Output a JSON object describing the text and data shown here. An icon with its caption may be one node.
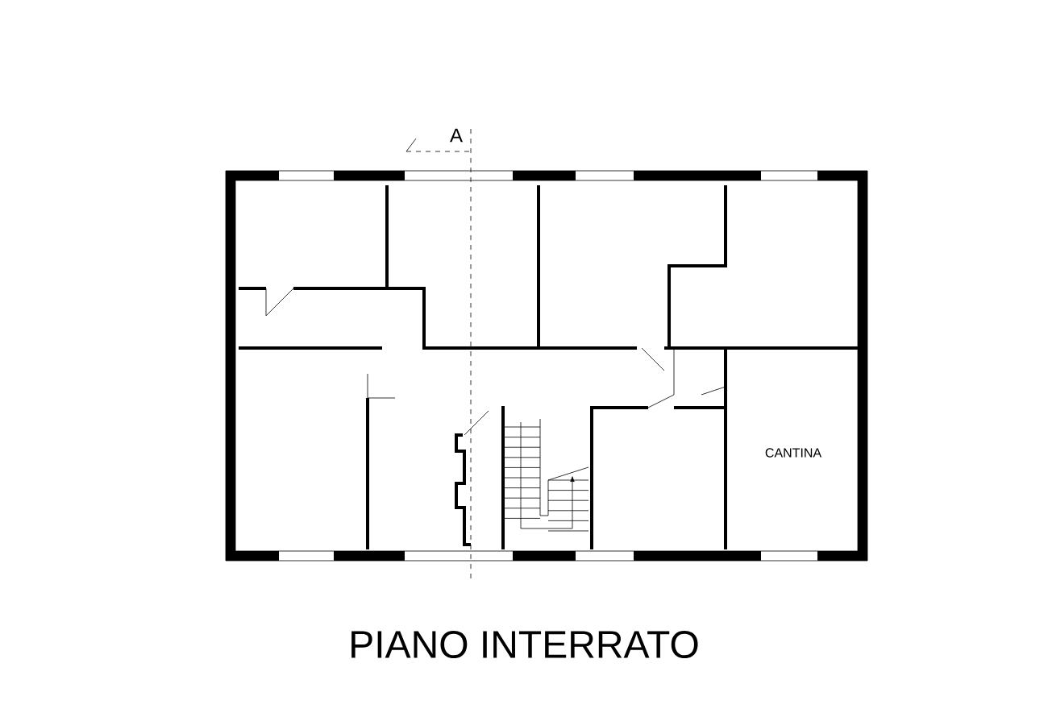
{
  "diagram": {
    "title": "PIANO INTERRATO",
    "labels": [
      "A",
      "CANTINA"
    ]
  }
}
